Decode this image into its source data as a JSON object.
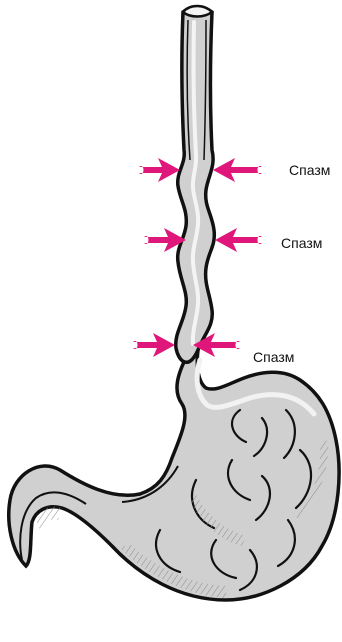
{
  "colors": {
    "arrow": "#e0177a",
    "ink": "#111111",
    "fill": "#cfd0cf",
    "fill_dark": "#a6a7a6",
    "highlight": "#ececec"
  },
  "icons": [
    "arrow-right-icon",
    "arrow-left-icon"
  ],
  "labels": {
    "spasm_1": "Спазм",
    "spasm_2": "Спазм",
    "spasm_3": "Спазм"
  }
}
